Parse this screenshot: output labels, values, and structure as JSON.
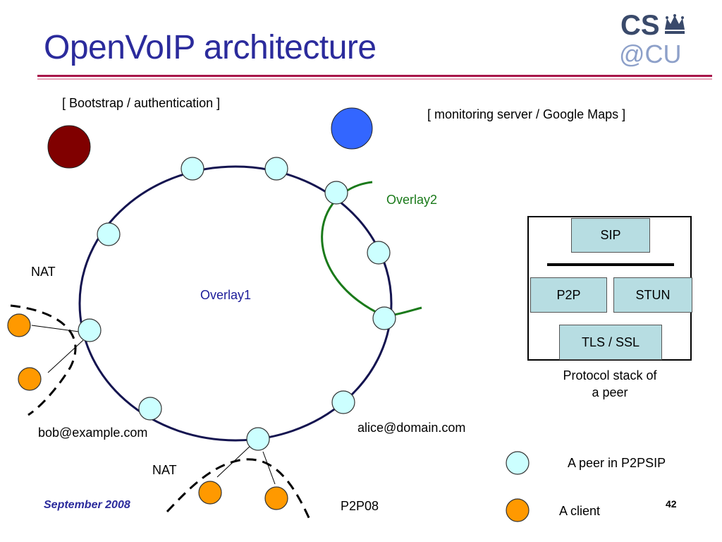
{
  "title": "OpenVoIP architecture",
  "logo": {
    "line1": "CS",
    "line2": "@CU"
  },
  "labels": {
    "bootstrap": "[ Bootstrap / authentication ]",
    "monitoring": "[ monitoring server / Google Maps ]",
    "overlay1": "Overlay1",
    "overlay2": "Overlay2",
    "nat_left": "NAT",
    "nat_bottom": "NAT",
    "bob": "bob@example.com",
    "alice": "alice@domain.com"
  },
  "protocol_stack": {
    "layers": {
      "sip": "SIP",
      "p2p": "P2P",
      "stun": "STUN",
      "tls": "TLS / SSL"
    },
    "caption_line1": "Protocol stack of",
    "caption_line2": "a peer"
  },
  "legend": {
    "peer": "A peer in P2PSIP",
    "client": "A client"
  },
  "footer": {
    "date": "September 2008",
    "conference": "P2P08",
    "page": "42"
  },
  "colors": {
    "title": "#2b2b9c",
    "ring": "#141450",
    "peer_fill": "#ccffff",
    "client_fill": "#ff9900",
    "bootstrap_node": "#800000",
    "monitoring_node": "#3366ff",
    "overlay2_arc": "#1a7a1a",
    "stack_layer": "#b7dde2"
  }
}
